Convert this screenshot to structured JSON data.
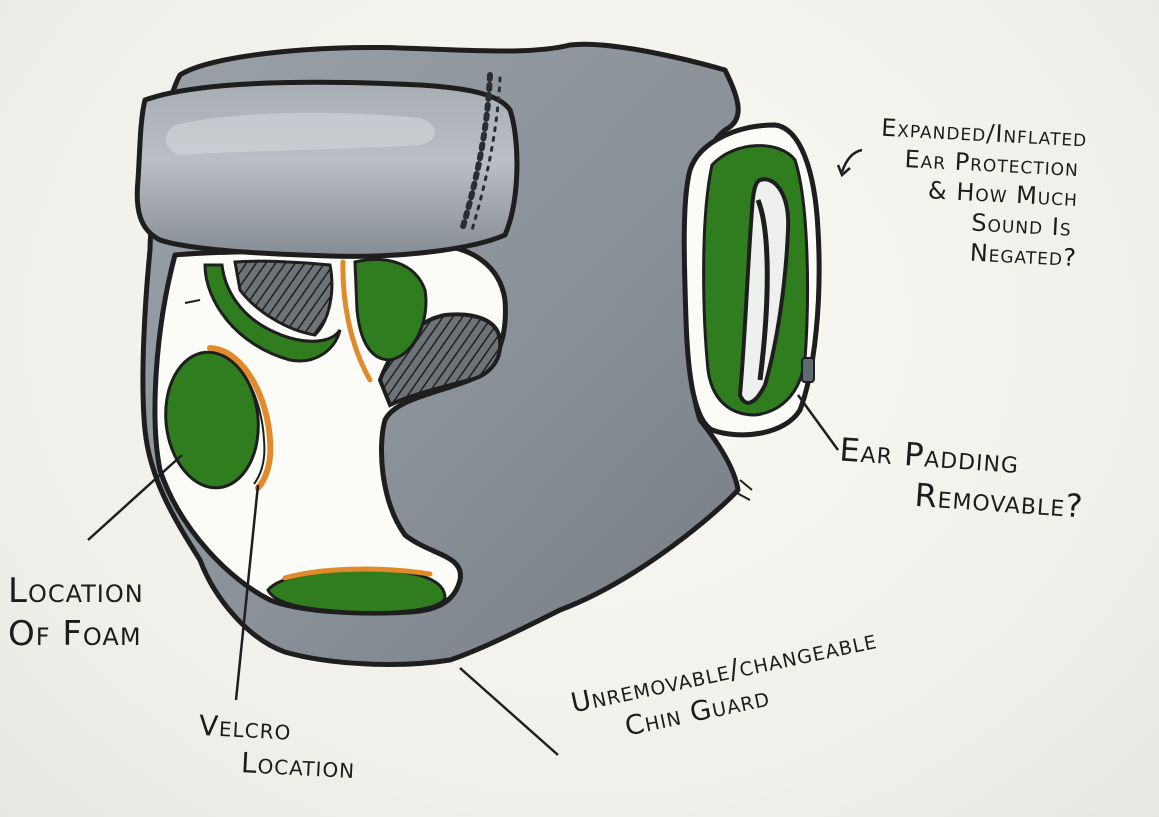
{
  "annotations": {
    "ear_protection": {
      "line1": "Expanded/Inflated",
      "line2": "Ear Protection",
      "line3": "& How Much",
      "line4": "Sound Is",
      "line5": "Negated?"
    },
    "ear_padding": {
      "line1": "Ear Padding",
      "line2": "Removable?"
    },
    "foam": {
      "line1": "Location",
      "line2": "Of Foam"
    },
    "velcro": {
      "line1": "Velcro",
      "line2": "Location"
    },
    "chin_guard": {
      "line1": "Unremovable/changeable",
      "line2": "Chin Guard"
    }
  },
  "colors": {
    "shell": "#8d949c",
    "shell_dark": "#6f767e",
    "shell_highlight": "#c9ced3",
    "outline": "#1e1e1e",
    "padding_green": "#2f7d1e",
    "padding_green_dark": "#1f5c12",
    "velcro_orange": "#e08a2c",
    "paper": "#f5f3ee"
  }
}
